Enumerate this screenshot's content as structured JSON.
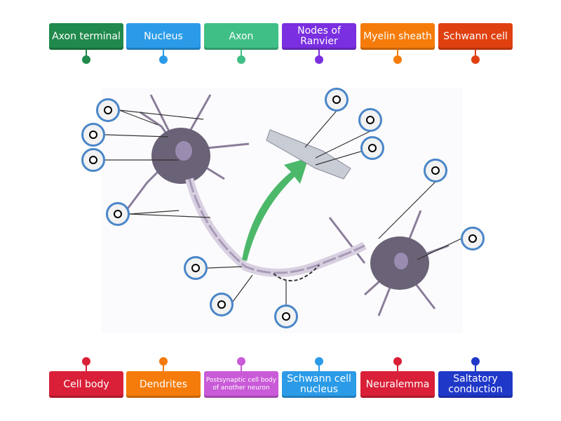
{
  "top_labels": [
    {
      "label": "Axon terminal",
      "color": "#1f8a4c"
    },
    {
      "label": "Nucleus",
      "color": "#2b9be8"
    },
    {
      "label": "Axon",
      "color": "#3fbf86"
    },
    {
      "label": "Nodes of Ranvier",
      "color": "#7a2fe0"
    },
    {
      "label": "Myelin sheath",
      "color": "#f57c0a"
    },
    {
      "label": "Schwann cell",
      "color": "#e04010"
    }
  ],
  "bottom_labels": [
    {
      "label": "Cell body",
      "color": "#d92038"
    },
    {
      "label": "Dendrites",
      "color": "#f57c0a"
    },
    {
      "label": "Postsynaptic cell body of another neuron",
      "color": "#c95ad8"
    },
    {
      "label": "Schwann cell nucleus",
      "color": "#2b9be8"
    },
    {
      "label": "Neuralemma",
      "color": "#d92038"
    },
    {
      "label": "Saltatory conduction",
      "color": "#2038c8"
    }
  ],
  "hotspot_count": 12,
  "hotspot_border_color": "#4a86c8"
}
